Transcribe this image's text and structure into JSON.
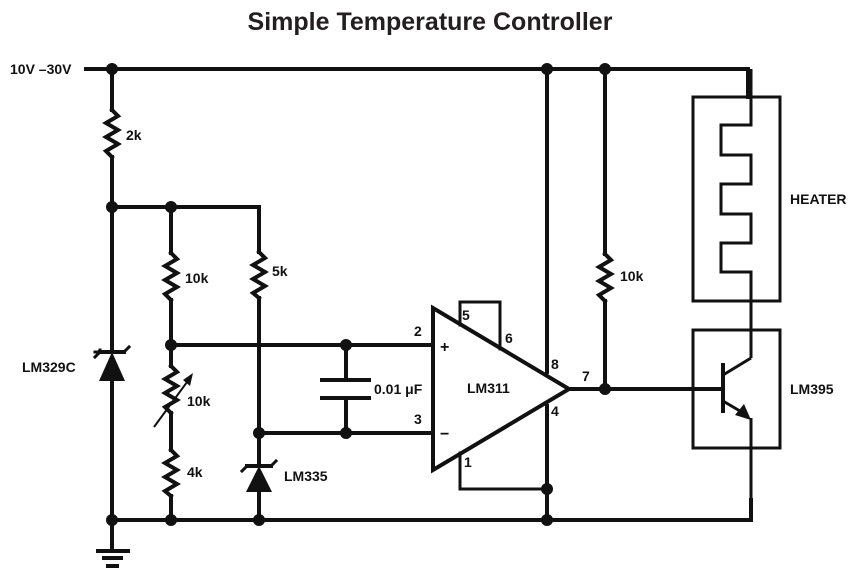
{
  "title": "Simple Temperature Controller",
  "supply": {
    "label": "10V –30V"
  },
  "components": {
    "r_supply": {
      "value": "2k"
    },
    "r_divider_top": {
      "value": "10k"
    },
    "r_pot": {
      "value": "10k"
    },
    "r_divider_bottom": {
      "value": "4k"
    },
    "r_sensor": {
      "value": "5k"
    },
    "r_pullup": {
      "value": "10k"
    },
    "capacitor": {
      "value": "0.01 μF"
    },
    "reference_diode": {
      "part": "LM329C"
    },
    "temp_sensor": {
      "part": "LM335"
    },
    "comparator": {
      "part": "LM311",
      "plus_sign": "+",
      "minus_sign": "−"
    },
    "power_transistor": {
      "part": "LM395"
    },
    "heater": {
      "label": "HEATER"
    }
  },
  "pins": {
    "p1": "1",
    "p2": "2",
    "p3": "3",
    "p4": "4",
    "p5": "5",
    "p6": "6",
    "p7": "7",
    "p8": "8"
  },
  "icons": {
    "ground": "ground-icon",
    "zener": "zener-diode-icon",
    "resistor": "resistor-icon",
    "potentiometer": "potentiometer-icon",
    "capacitor": "capacitor-icon",
    "comparator": "comparator-icon",
    "transistor": "npn-transistor-icon",
    "heater": "heater-icon"
  }
}
